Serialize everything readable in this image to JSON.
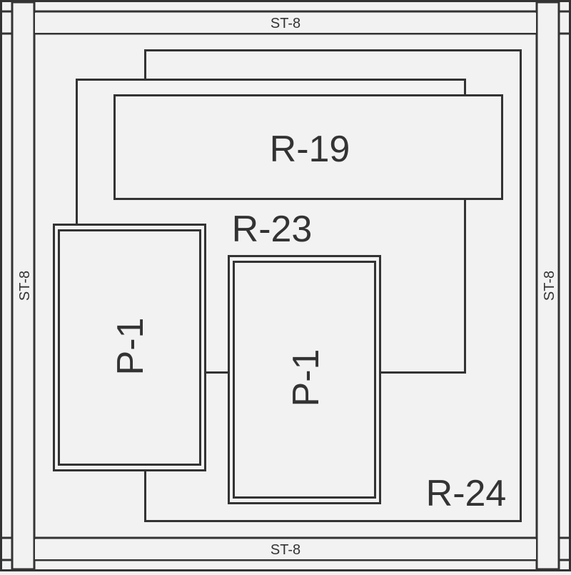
{
  "colors": {
    "background": "#f2f2f2",
    "fill": "#f2f2f2",
    "stroke": "#333333",
    "text": "#333333"
  },
  "labels": {
    "strip_top": "ST-8",
    "strip_bottom": "ST-8",
    "strip_left": "ST-8",
    "strip_right": "ST-8",
    "r24": "R-24",
    "r23": "R-23",
    "r19": "R-19",
    "p1_left": "P-1",
    "p1_right": "P-1"
  }
}
